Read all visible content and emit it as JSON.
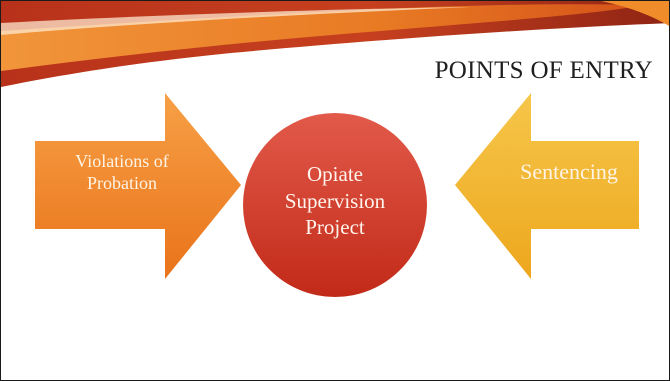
{
  "slide": {
    "title": "POINTS OF ENTRY",
    "left_arrow": {
      "line1": "Violations of",
      "line2": "Probation"
    },
    "center_circle": {
      "line1": "Opiate",
      "line2": "Supervision",
      "line3": "Project"
    },
    "right_arrow": {
      "label": "Sentencing"
    }
  },
  "colors": {
    "banner_dark": "#b8321b",
    "banner_orange": "#f08c2a",
    "left_arrow_top": "#f7a046",
    "left_arrow_bottom": "#e9731a",
    "circle_top": "#e25a4a",
    "circle_bottom": "#c22a18",
    "right_arrow_top": "#f6c64a",
    "right_arrow_bottom": "#eda71d"
  }
}
